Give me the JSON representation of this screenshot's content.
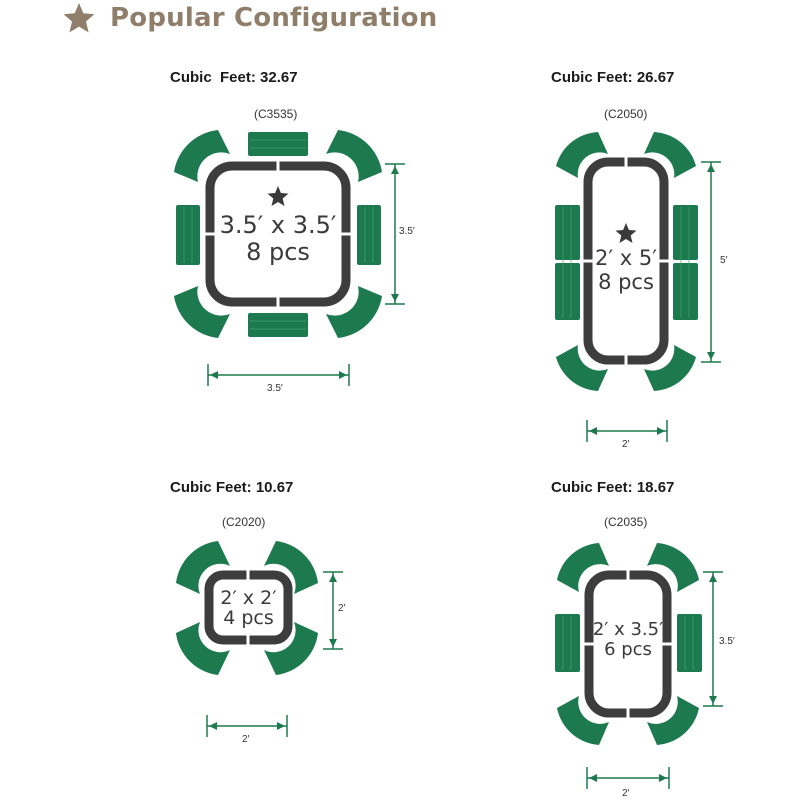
{
  "header": {
    "title": "Popular Configuration",
    "icon": "star-icon",
    "icon_color": "#8f7f6a"
  },
  "colors": {
    "table_frame": "#3d3d3d",
    "seat_green": "#1d7a4f",
    "seat_light": "#3aa36f",
    "dimension_line": "#1d7a4f"
  },
  "configs": [
    {
      "cubic_feet": "Cubic  Feet: 32.67",
      "code": "(C3535)",
      "size": "3.5′ x 3.5′",
      "pieces": "8 pcs",
      "width_label": "3.5′",
      "height_label": "3.5′",
      "starred": true
    },
    {
      "cubic_feet": "Cubic Feet: 26.67",
      "code": "(C2050)",
      "size": "2′ x 5′",
      "pieces": "8 pcs",
      "width_label": "2′",
      "height_label": "5′",
      "starred": true
    },
    {
      "cubic_feet": "Cubic Feet: 10.67",
      "code": "(C2020)",
      "size": "2′ x 2′",
      "pieces": "4 pcs",
      "width_label": "2′",
      "height_label": "2′",
      "starred": false
    },
    {
      "cubic_feet": "Cubic Feet: 18.67",
      "code": "(C2035)",
      "size": "2′ x 3.5′",
      "pieces": "6 pcs",
      "width_label": "2′",
      "height_label": "3.5′",
      "starred": false
    }
  ]
}
